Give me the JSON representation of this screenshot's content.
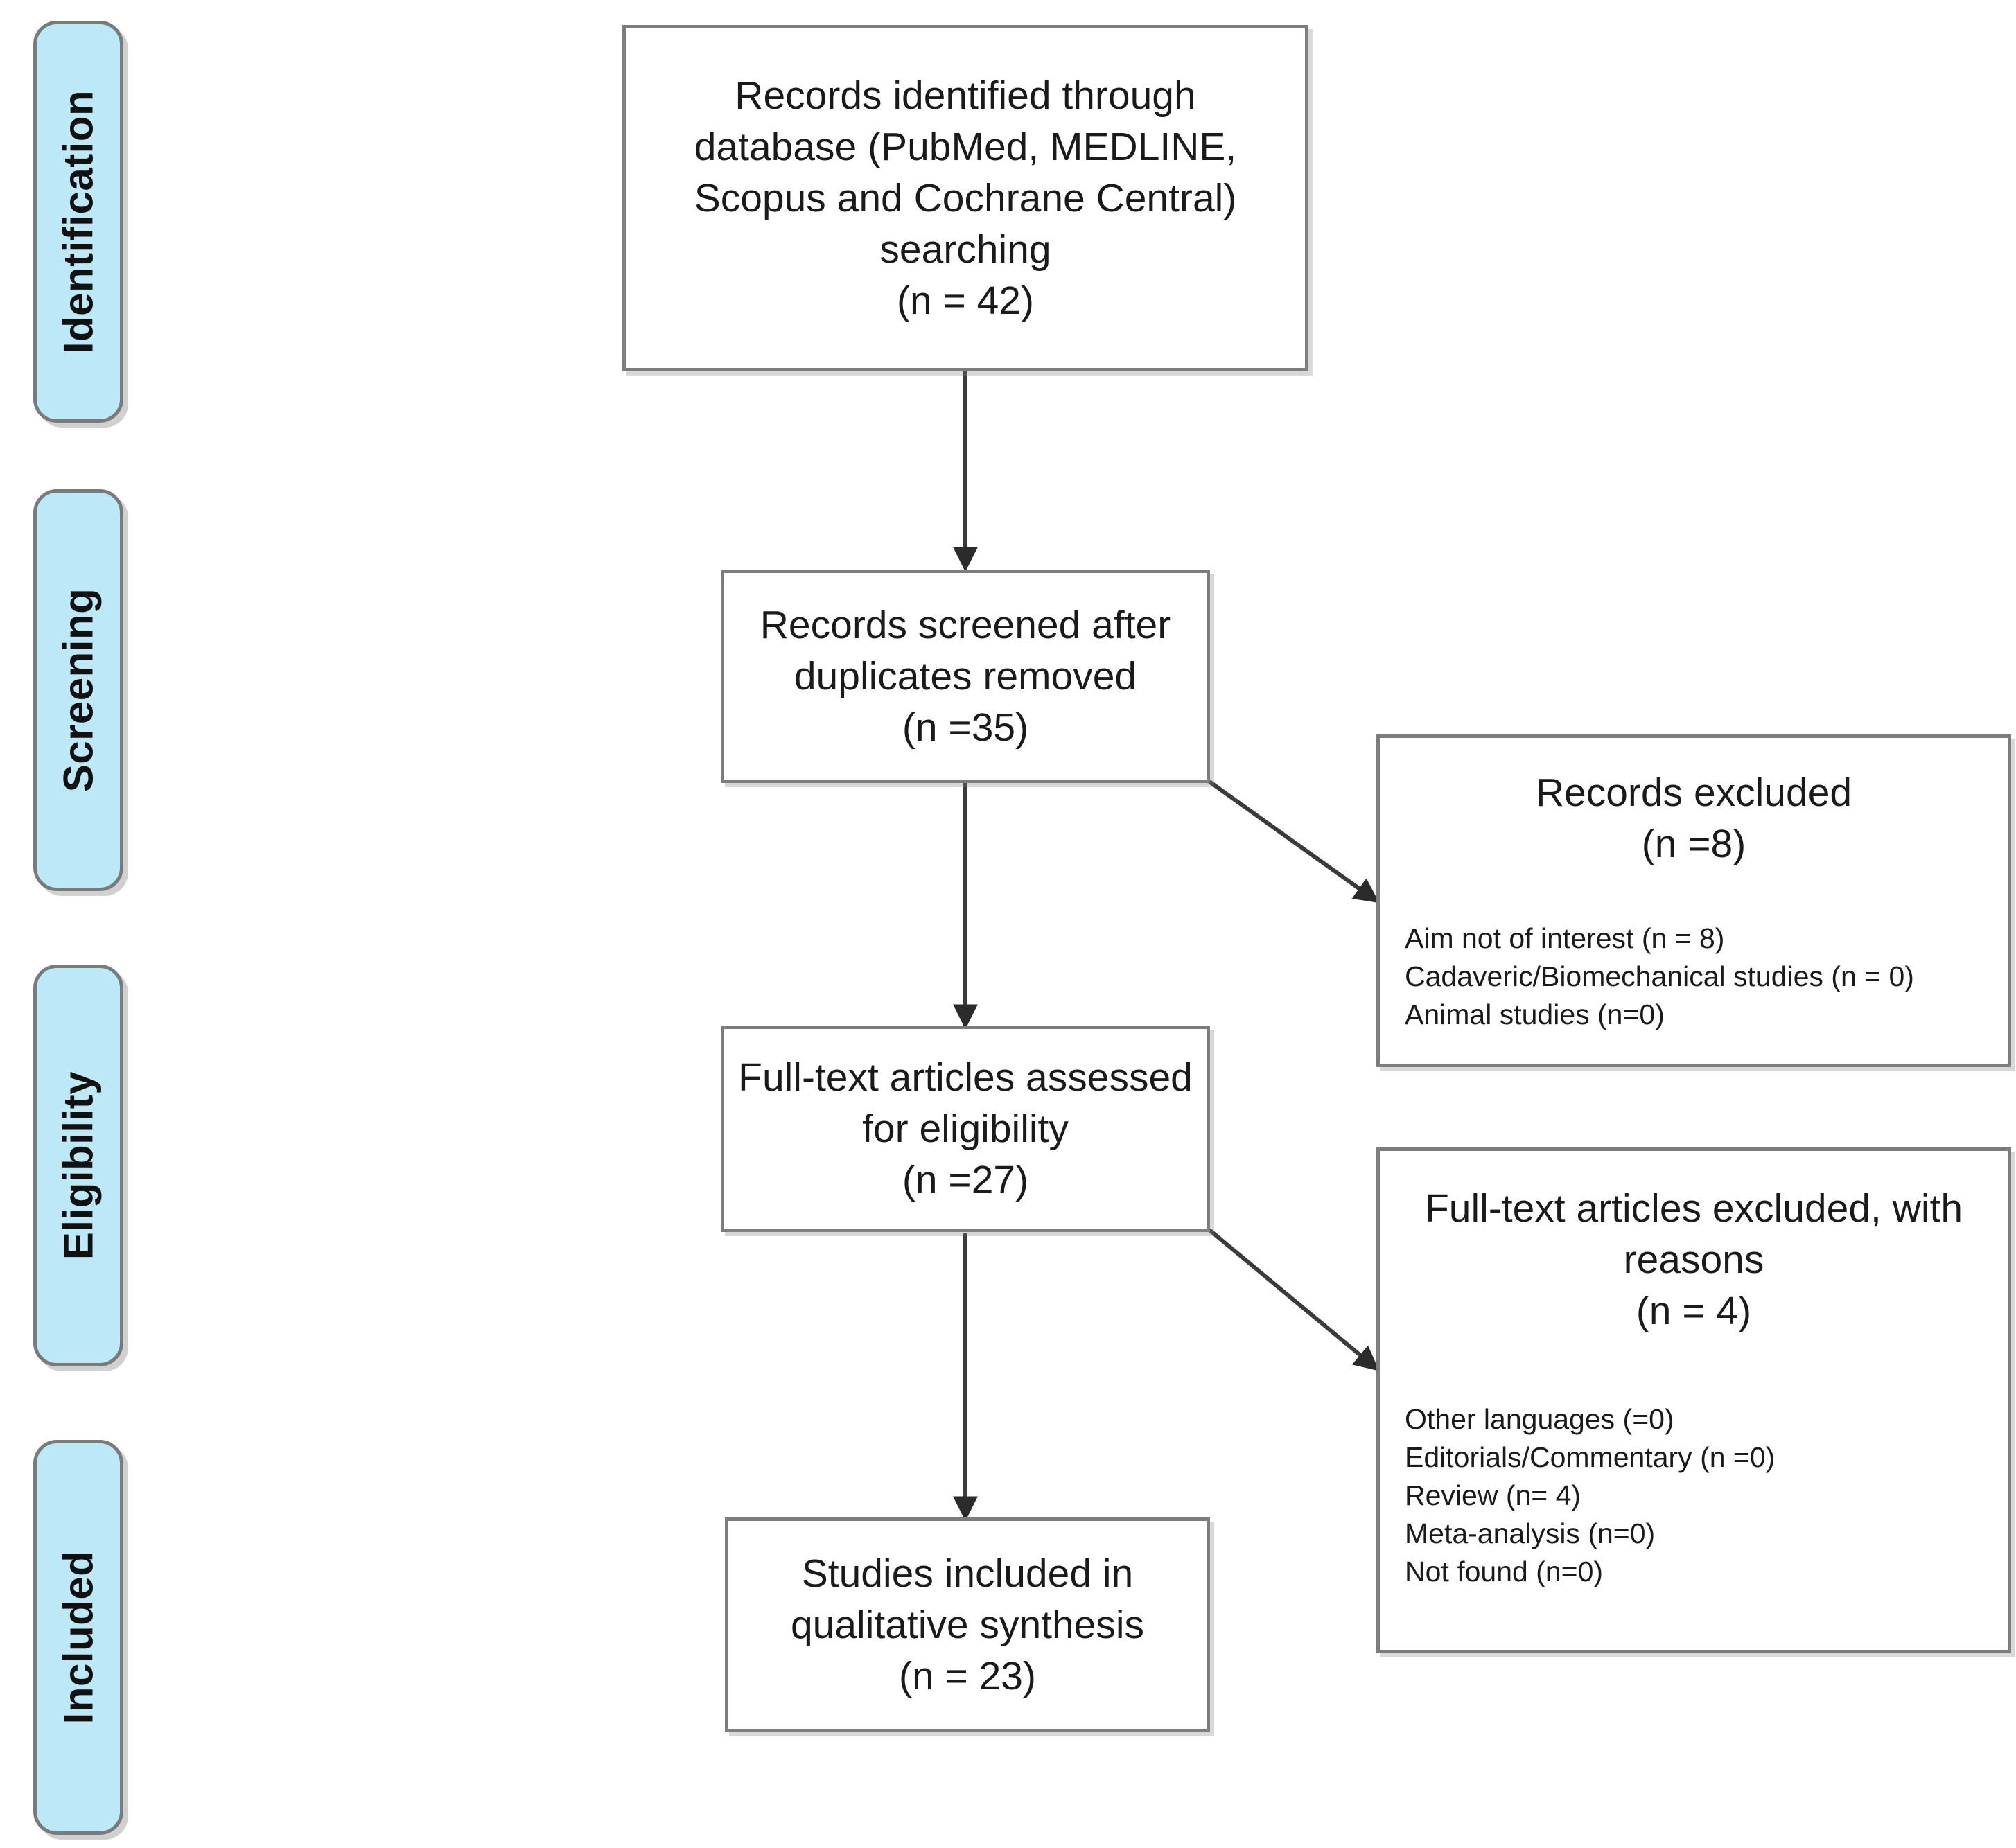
{
  "diagram": {
    "type": "prisma-flow-diagram",
    "stages": [
      {
        "id": "identification",
        "label": "Identification"
      },
      {
        "id": "screening",
        "label": "Screening"
      },
      {
        "id": "eligibility",
        "label": "Eligibility"
      },
      {
        "id": "included",
        "label": "Included"
      }
    ],
    "boxes": {
      "identified": {
        "title": "Records identified through\ndatabase (PubMed, MEDLINE,\nScopus and Cochrane Central)\nsearching\n(n = 42)",
        "n": 42
      },
      "screened": {
        "title": "Records screened after\nduplicates removed\n(n =35)",
        "n": 35
      },
      "records_excluded": {
        "title": "Records excluded\n(n =8)",
        "n": 8,
        "reasons": [
          "Aim not of interest (n = 8)",
          "Cadaveric/Biomechanical studies (n = 0)",
          "Animal studies (n=0)"
        ]
      },
      "fulltext_assessed": {
        "title": "Full-text articles assessed\nfor eligibility\n(n =27)",
        "n": 27
      },
      "fulltext_excluded": {
        "title": "Full-text articles excluded, with\nreasons\n(n = 4)",
        "n": 4,
        "reasons": [
          "Other languages (=0)",
          "Editorials/Commentary (n =0)",
          "Review (n= 4)",
          "Meta-analysis (n=0)",
          "Not found (n=0)"
        ]
      },
      "included_studies": {
        "title": "Studies included in\nqualitative synthesis\n(n = 23)",
        "n": 23
      }
    },
    "colors": {
      "stage_fill": "#bde8f8",
      "stage_border": "#7a7a7a",
      "box_border": "#7d7d7d",
      "box_fill": "#ffffff",
      "text": "#1a1a1a",
      "connector": "#3b3b3b"
    }
  }
}
